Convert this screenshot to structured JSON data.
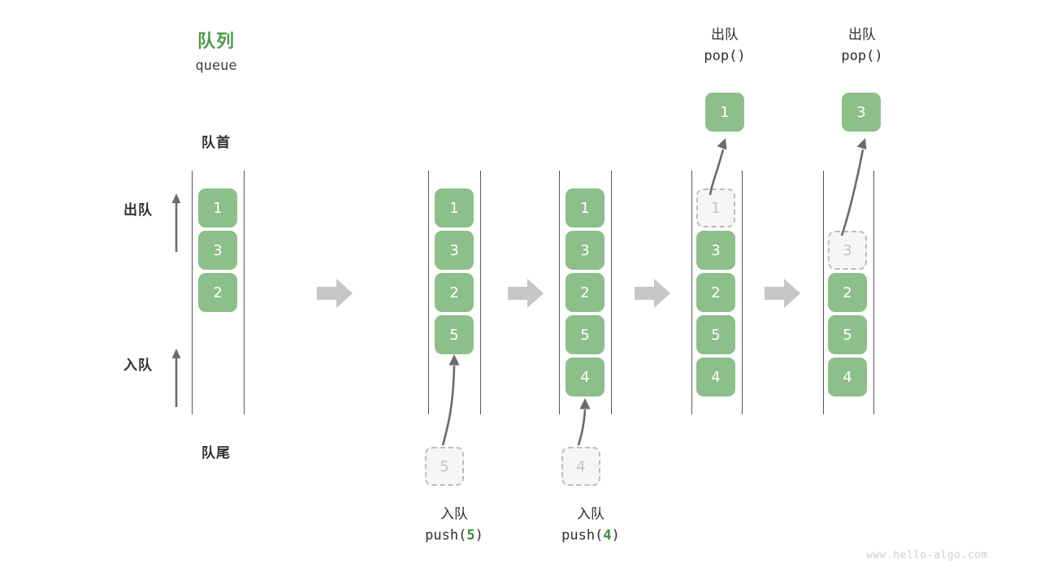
{
  "diagram": {
    "title_cn": "队列",
    "title_en": "queue",
    "front_label": "队首",
    "rear_label": "队尾",
    "dequeue_dir_label": "出队",
    "enqueue_dir_label": "入队",
    "watermark": "www.hello-algo.com",
    "colors": {
      "element": "#8cbf89",
      "title_green": "#4c9a4d",
      "ghost_fill": "#f6f6f6",
      "ghost_border": "#bdbdbd",
      "rail": "#555555",
      "arrow_gray": "#c6c6c6",
      "motion_arrow": "#6b6b6b",
      "text": "#2f2f2f",
      "watermark": "#cfcfcf"
    }
  },
  "steps": [
    {
      "id": "initial",
      "items": [
        "1",
        "3",
        "2"
      ],
      "ghost_index": null,
      "op_cn": "",
      "op_code": "",
      "op_value": "",
      "staged_value": "",
      "popped_value": ""
    },
    {
      "id": "push-5",
      "items": [
        "1",
        "3",
        "2",
        "5"
      ],
      "ghost_index": null,
      "op_cn": "入队",
      "op_code_prefix": "push(",
      "op_value": "5",
      "op_code_suffix": ")",
      "staged_value": "5",
      "popped_value": ""
    },
    {
      "id": "push-4",
      "items": [
        "1",
        "3",
        "2",
        "5",
        "4"
      ],
      "ghost_index": null,
      "op_cn": "入队",
      "op_code_prefix": "push(",
      "op_value": "4",
      "op_code_suffix": ")",
      "staged_value": "4",
      "popped_value": ""
    },
    {
      "id": "pop-1",
      "items": [
        "1",
        "3",
        "2",
        "5",
        "4"
      ],
      "ghost_index": 0,
      "op_cn": "出队",
      "op_code_prefix": "pop(",
      "op_value": "",
      "op_code_suffix": ")",
      "staged_value": "",
      "popped_value": "1"
    },
    {
      "id": "pop-3",
      "items": [
        "3",
        "2",
        "5",
        "4"
      ],
      "ghost_index": 0,
      "op_cn": "出队",
      "op_code_prefix": "pop(",
      "op_value": "",
      "op_code_suffix": ")",
      "staged_value": "",
      "popped_value": "3"
    }
  ]
}
